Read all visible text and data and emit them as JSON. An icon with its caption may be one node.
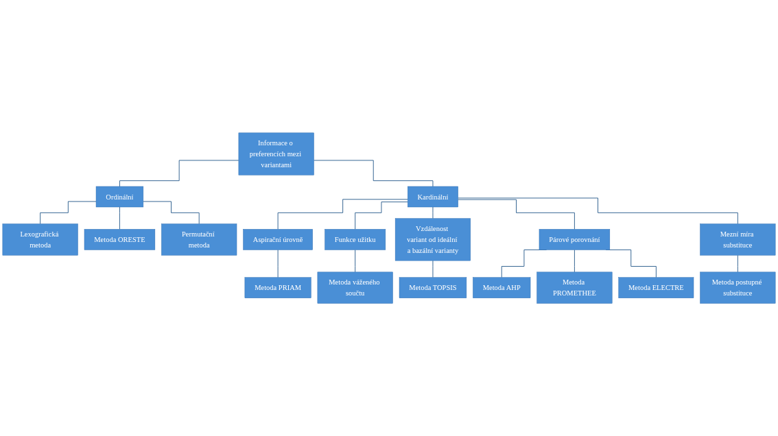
{
  "diagram": {
    "nodes": [
      {
        "text": [
          "Informace o preferencích mezi variantami"
        ]
      },
      {
        "text": [
          "Ordinální"
        ]
      },
      {
        "text": [
          "Kardinální"
        ]
      },
      {
        "text": [
          "Lexografická metoda"
        ]
      },
      {
        "text": [
          "Metoda ORESTE"
        ]
      },
      {
        "text": [
          "Permutační metoda"
        ]
      },
      {
        "text": [
          "Aspirační úrovně"
        ]
      },
      {
        "text": [
          "Funkce užitku"
        ]
      },
      {
        "text": [
          "Vzdálenost variant od ideální a bazální varianty"
        ]
      },
      {
        "text": [
          "Párové porovnání"
        ]
      },
      {
        "text": [
          "Mezní míra substituce"
        ]
      },
      {
        "text": [
          "Metoda PRIAM"
        ]
      },
      {
        "text": [
          "Metoda váženého součtu"
        ]
      },
      {
        "text": [
          "Metoda TOPSIS"
        ]
      },
      {
        "text": [
          "Metoda AHP"
        ]
      },
      {
        "text": [
          "Metoda PROMETHEE"
        ]
      },
      {
        "text": [
          "Metoda ELECTRE"
        ]
      },
      {
        "text": [
          "Metoda postupné substituce"
        ]
      }
    ],
    "edges": [
      {
        "from": 0,
        "to": 1,
        "arrow": "none"
      },
      {
        "from": 0,
        "to": 2,
        "arrow": "none"
      },
      {
        "from": 1,
        "to": 3,
        "arrow": "none"
      },
      {
        "from": 1,
        "to": 4,
        "arrow": "none"
      },
      {
        "from": 1,
        "to": 5,
        "arrow": "none"
      },
      {
        "from": 2,
        "to": 6,
        "arrow": "none"
      },
      {
        "from": 2,
        "to": 7,
        "arrow": "none"
      },
      {
        "from": 2,
        "to": 8,
        "arrow": "none"
      },
      {
        "from": 2,
        "to": 9,
        "arrow": "none"
      },
      {
        "from": 2,
        "to": 10,
        "arrow": "none"
      },
      {
        "from": 6,
        "to": 11,
        "arrow": "none"
      },
      {
        "from": 7,
        "to": 12,
        "arrow": "none"
      },
      {
        "from": 8,
        "to": 13,
        "arrow": "none"
      },
      {
        "from": 9,
        "to": 14,
        "arrow": "none"
      },
      {
        "from": 9,
        "to": 15,
        "arrow": "none"
      },
      {
        "from": 9,
        "to": 16,
        "arrow": "none"
      },
      {
        "from": 10,
        "to": 17,
        "arrow": "none"
      }
    ]
  }
}
